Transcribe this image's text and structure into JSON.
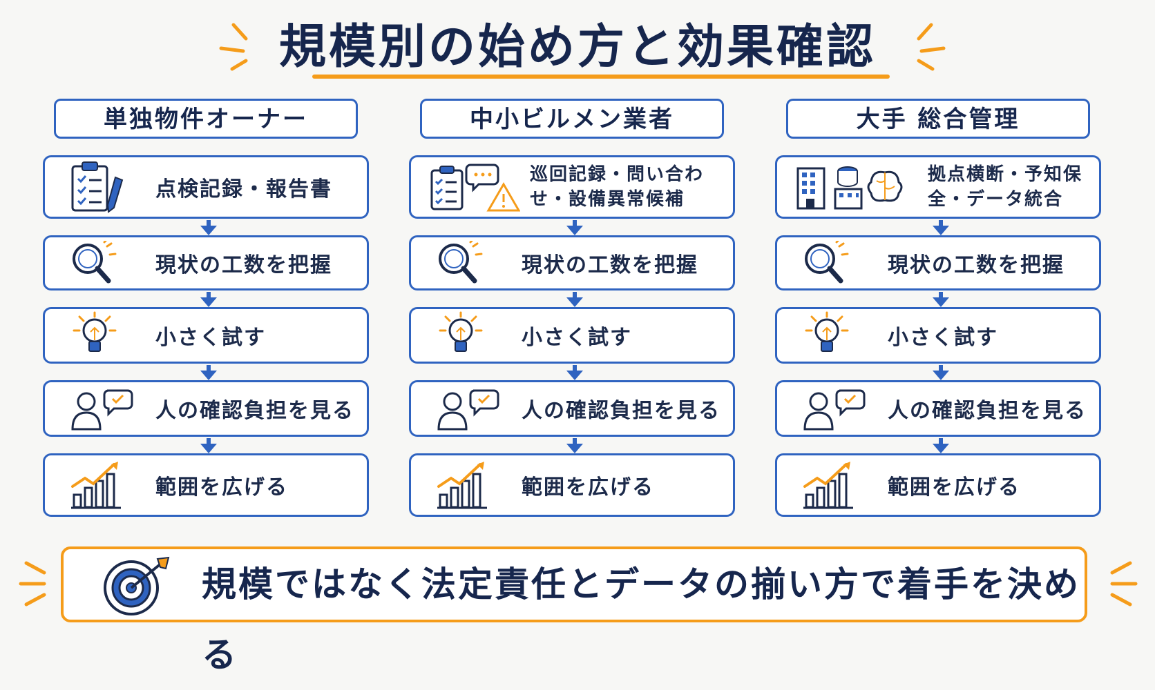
{
  "title": "規模別の始め方と効果確認",
  "colors": {
    "accent": "#f59c1a",
    "primary": "#2f63c0",
    "text": "#16264d"
  },
  "columns": [
    {
      "header": "単独物件オーナー",
      "first_step": {
        "label": "点検記録・報告書",
        "icons": [
          "clipboard-checklist-icon",
          "pen-icon"
        ]
      },
      "steps": [
        {
          "label": "現状の工数を把握",
          "icon": "magnifier-icon"
        },
        {
          "label": "小さく試す",
          "icon": "lightbulb-icon"
        },
        {
          "label": "人の確認負担を見る",
          "icon": "person-check-icon"
        },
        {
          "label": "範囲を広げる",
          "icon": "growth-chart-icon"
        }
      ]
    },
    {
      "header": "中小ビルメン業者",
      "first_step": {
        "label": "巡回記録・問い合わせ・設備異常候補",
        "icons": [
          "clipboard-checklist-icon",
          "chat-bubble-icon",
          "warning-icon"
        ]
      },
      "steps": [
        {
          "label": "現状の工数を把握",
          "icon": "magnifier-icon"
        },
        {
          "label": "小さく試す",
          "icon": "lightbulb-icon"
        },
        {
          "label": "人の確認負担を見る",
          "icon": "person-check-icon"
        },
        {
          "label": "範囲を広げる",
          "icon": "growth-chart-icon"
        }
      ]
    },
    {
      "header": "大手 総合管理",
      "first_step": {
        "label": "拠点横断・予知保全・データ統合",
        "icons": [
          "building-icon",
          "database-icon",
          "brain-icon"
        ]
      },
      "steps": [
        {
          "label": "現状の工数を把握",
          "icon": "magnifier-icon"
        },
        {
          "label": "小さく試す",
          "icon": "lightbulb-icon"
        },
        {
          "label": "人の確認負担を見る",
          "icon": "person-check-icon"
        },
        {
          "label": "範囲を広げる",
          "icon": "growth-chart-icon"
        }
      ]
    }
  ],
  "bottom": {
    "text": "規模ではなく法定責任とデータの揃い方で着手を決める",
    "icon": "target-icon"
  }
}
